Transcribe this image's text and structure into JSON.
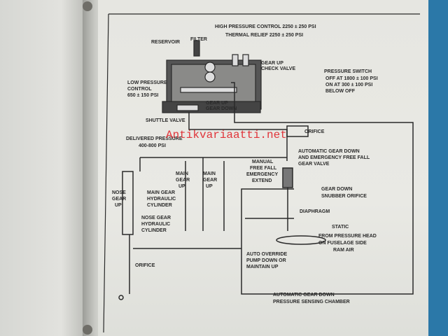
{
  "watermark": "Antikvariaatti.net",
  "labels": {
    "reservoir": "RESERVOIR",
    "filter": "FILTER",
    "high_pressure": "HIGH PRESSURE CONTROL   2250 ± 250 PSI",
    "thermal_relief": "THERMAL RELIEF  2250 ± 250 PSI",
    "gear_up_check_1": "GEAR UP",
    "gear_up_check_2": "CHECK VALVE",
    "low_pressure_1": "LOW PRESSURE",
    "low_pressure_2": "CONTROL",
    "low_pressure_3": "650 ± 150 PSI",
    "gear_up": "GEAR UP",
    "gear_down": "GEAR DOWN",
    "shuttle_valve": "SHUTTLE VALVE",
    "pressure_switch_1": "PRESSURE SWITCH",
    "pressure_switch_2": "OFF AT 1800 ± 100 PSI",
    "pressure_switch_3": "ON AT 300 ± 100 PSI",
    "pressure_switch_4": "BELOW OFF",
    "orifice_top": "ORIFICE",
    "delivered_1": "DELIVERED PRESSURE",
    "delivered_2": "400-800 PSI",
    "auto_gear_1": "AUTOMATIC GEAR DOWN",
    "auto_gear_2": "AND EMERGENCY FREE FALL",
    "auto_gear_3": "GEAR VALVE",
    "manual_1": "MANUAL",
    "manual_2": "FREE FALL",
    "manual_3": "EMERGENCY",
    "manual_4": "EXTEND",
    "snubber_1": "GEAR DOWN",
    "snubber_2": "SNUBBER ORIFICE",
    "main_gear_up_a1": "MAIN",
    "main_gear_up_a2": "GEAR",
    "main_gear_up_a3": "UP",
    "main_gear_up_b1": "MAIN",
    "main_gear_up_b2": "GEAR",
    "main_gear_up_b3": "UP",
    "nose_up_1": "NOSE",
    "nose_up_2": "GEAR",
    "nose_up_3": "UP",
    "main_cyl_1": "MAIN GEAR",
    "main_cyl_2": "HYDRAULIC",
    "main_cyl_3": "CYLINDER",
    "nose_cyl_1": "NOSE GEAR",
    "nose_cyl_2": "HYDRAULIC",
    "nose_cyl_3": "CYLINDER",
    "diaphragm": "DIAPHRAGM",
    "static": "STATIC",
    "pressure_head_1": "FROM PRESSURE HEAD",
    "pressure_head_2": "ON FUSELAGE SIDE",
    "ram_air": "RAM AIR",
    "override_1": "AUTO OVERRIDE",
    "override_2": "PUMP DOWN OR",
    "override_3": "MAINTAIN UP",
    "orifice_bottom": "ORIFICE",
    "chamber_1": "AUTOMATIC GEAR DOWN",
    "chamber_2": "PRESSURE SENSING CHAMBER"
  }
}
